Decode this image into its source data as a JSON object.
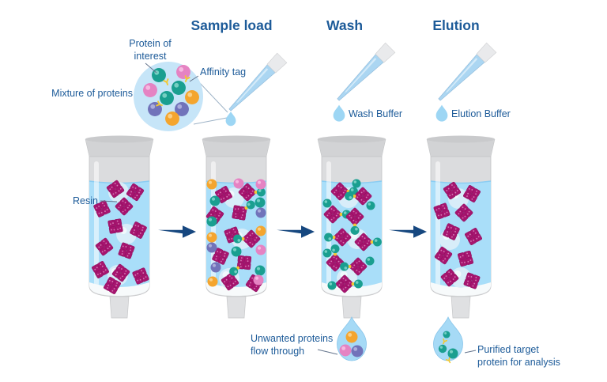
{
  "steps": [
    {
      "id": "sample-load",
      "label": "Sample load"
    },
    {
      "id": "wash",
      "label": "Wash",
      "buffer": "Wash Buffer"
    },
    {
      "id": "elution",
      "label": "Elution",
      "buffer": "Elution Buffer"
    }
  ],
  "annotations": {
    "protein_of_interest": {
      "line1": "Protein of",
      "line2": "interest"
    },
    "affinity_tag": "Affinity tag",
    "mixture_of_proteins": "Mixture of proteins",
    "resin": "Resin",
    "unwanted": {
      "line1": "Unwanted proteins",
      "line2": "flow through"
    },
    "purified": {
      "line1": "Purified target",
      "line2": "protein for analysis"
    }
  },
  "colors": {
    "label_text": "#1d5b99",
    "arrow": "#16477f",
    "liquid": "#a9def9",
    "mixture_circle": "#c6e5f8",
    "resin": "#a6156f",
    "target_protein_teal": "#1a9f90",
    "contaminant_pink": "#e583c3",
    "contaminant_orange": "#f4a52e",
    "contaminant_purple": "#7173ba",
    "affinity_tag_yellow": "#f2c832",
    "column_body": "#dbdcde",
    "pipette_blue": "#abd6f2",
    "droplet_blue": "#9dd6f4"
  },
  "icons": {
    "pipette-icon": "tapered-tip-triangle",
    "droplet-icon": "teardrop",
    "arrow-right-icon": "solid-right-arrow",
    "resin-cluster-icon": "four-diamond-cluster",
    "agarose-bead-icon": "pale-circle",
    "protein-sphere-icon": "shaded-circle",
    "affinity-tag-icon": "yellow-y-shape",
    "column-icon": "open-top-tube-with-outlet"
  }
}
